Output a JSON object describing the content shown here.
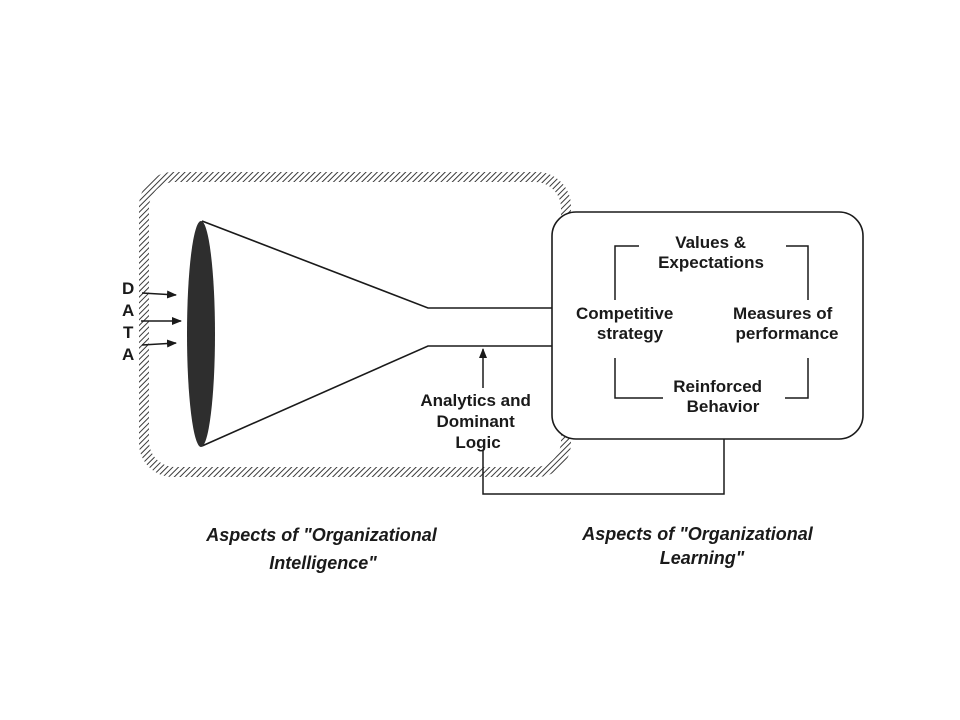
{
  "data_letters": [
    "D",
    "A",
    "T",
    "A"
  ],
  "analytics_label": [
    "Analytics and",
    "Dominant",
    "Logic"
  ],
  "learning_cycle": {
    "top": [
      "Values &",
      "Expectations"
    ],
    "left": [
      "Competitive",
      "strategy"
    ],
    "right": [
      "Measures of",
      "performance"
    ],
    "bottom": [
      "Reinforced",
      "Behavior"
    ]
  },
  "captions": {
    "intelligence": [
      "Aspects of \"Organizational",
      "Intelligence\""
    ],
    "learning": [
      "Aspects of \"Organizational",
      "Learning\""
    ]
  },
  "colors": {
    "ink": "#1a1a1a",
    "hatch": "#3a3a3a",
    "disc": "#2e2e2e"
  }
}
